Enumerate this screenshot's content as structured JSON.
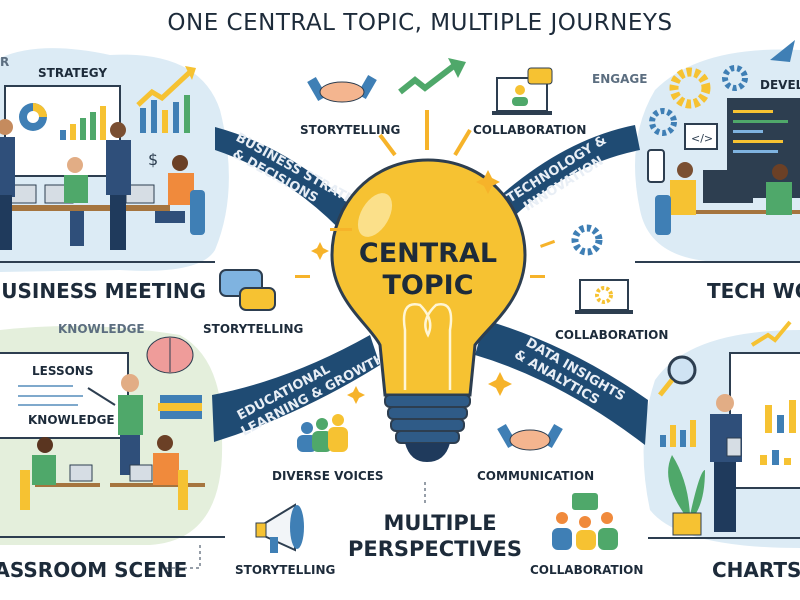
{
  "title": "ONE CENTRAL TOPIC, MULTIPLE JOURNEYS",
  "center": {
    "line1": "CENTRAL",
    "line2": "TOPIC"
  },
  "bottom_center": {
    "line1": "MULTIPLE",
    "line2": "PERSPECTIVES"
  },
  "panels": {
    "business": {
      "corner": "R",
      "tag": "STRATEGY",
      "scene": "BUSINESS MEETING"
    },
    "tech": {
      "tag": "DEVELO",
      "scene": "TECH WOR",
      "engage": "ENGAGE"
    },
    "classroom": {
      "tag": "KNOWLEDGE",
      "board_title": "LESSONS",
      "board_text": "KNOWLEDGE",
      "scene": "CLASSROOM SCENE"
    },
    "charts": {
      "scene": "CHARTS &"
    }
  },
  "bands": {
    "business": {
      "line1": "BUSINESS STRATEGY",
      "line2": "& DECISIONS"
    },
    "tech": {
      "line1": "TECHNOLOGY &",
      "line2": "INNOVATION"
    },
    "education": {
      "line1": "EDUCATIONAL",
      "line2": "LEARNING & GROWTH"
    },
    "data": {
      "line1": "DATA INSIGHTS",
      "line2": "& ANALYTICS"
    }
  },
  "labels": {
    "storytelling_top": "STORYTELLING",
    "collaboration_top": "COLLABORATION",
    "storytelling_mid": "STORYTELLING",
    "collaboration_mid": "COLLABORATION",
    "diverse_voices": "DIVERSE VOICES",
    "communication": "COMMUNICATION",
    "storytelling_bottom": "STORYTELLING",
    "collaboration_bottom": "COLLABORATION"
  },
  "colors": {
    "navy": "#1f4b73",
    "yellow": "#f6c232",
    "blue": "#3f7fb5",
    "green": "#4fa86a",
    "panel_blue": "#dcebf5",
    "panel_green": "#e4efdc"
  }
}
